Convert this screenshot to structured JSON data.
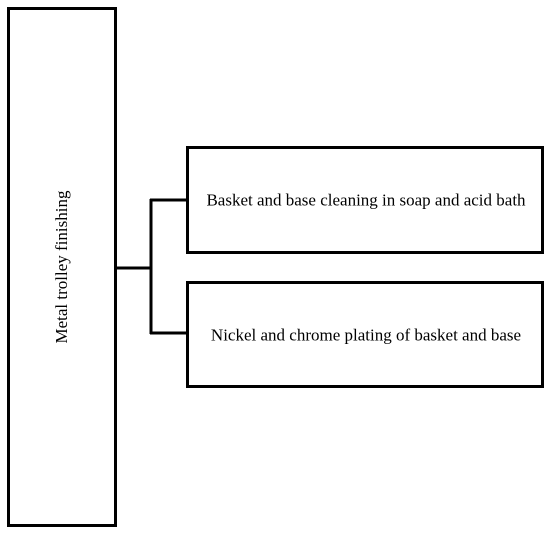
{
  "diagram": {
    "root": {
      "label": "Metal trolley finishing"
    },
    "children": [
      {
        "label": "Basket and base cleaning in soap and acid bath"
      },
      {
        "label": "Nickel and chrome plating of basket and base"
      }
    ]
  }
}
